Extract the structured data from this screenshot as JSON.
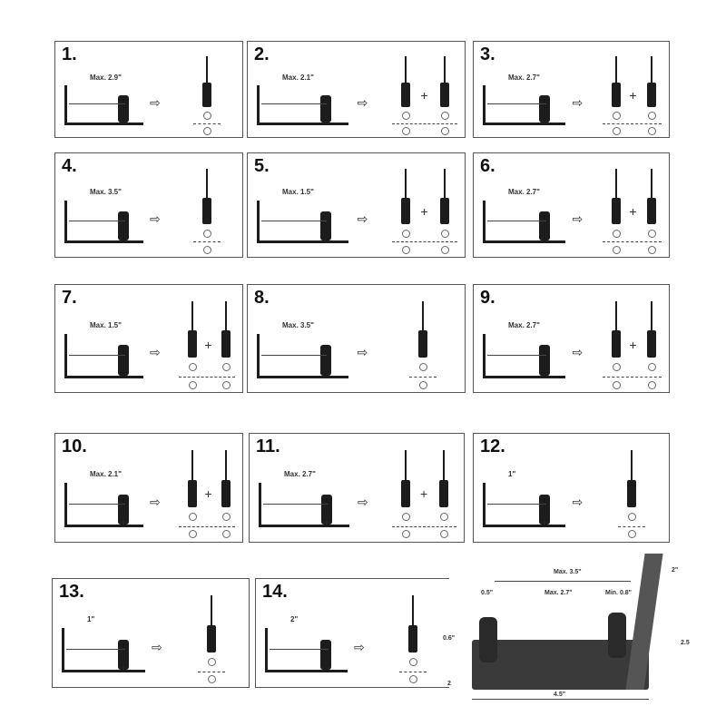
{
  "panels": [
    {
      "number": "1.",
      "label": "Max. 2.9\""
    },
    {
      "number": "2.",
      "label": "Max. 2.1\""
    },
    {
      "number": "3.",
      "label": "Max. 2.7\""
    },
    {
      "number": "4.",
      "label": "Max. 3.5\""
    },
    {
      "number": "5.",
      "label": "Max. 1.5\""
    },
    {
      "number": "6.",
      "label": "Max. 2.7\""
    },
    {
      "number": "7.",
      "label": "Max. 1.5\""
    },
    {
      "number": "8.",
      "label": "Max. 3.5\""
    },
    {
      "number": "9.",
      "label": "Max. 2.7\""
    },
    {
      "number": "10.",
      "label": "Max. 2.1\""
    },
    {
      "number": "11.",
      "label": "Max. 2.7\""
    },
    {
      "number": "12.",
      "label": "1\""
    },
    {
      "number": "13.",
      "label": "1\""
    },
    {
      "number": "14.",
      "label": "2\""
    }
  ],
  "plus_sign": "+",
  "dimensions": {
    "max_total": "Max. 3.5\"",
    "left_offset": "0.5\"",
    "max_gap": "Max. 2.7\"",
    "min_right": "Min. 0.8\"",
    "flange": "2\"",
    "height": "2.5",
    "roller_height": "0.6\"",
    "base": "2",
    "length": "4.5\""
  }
}
